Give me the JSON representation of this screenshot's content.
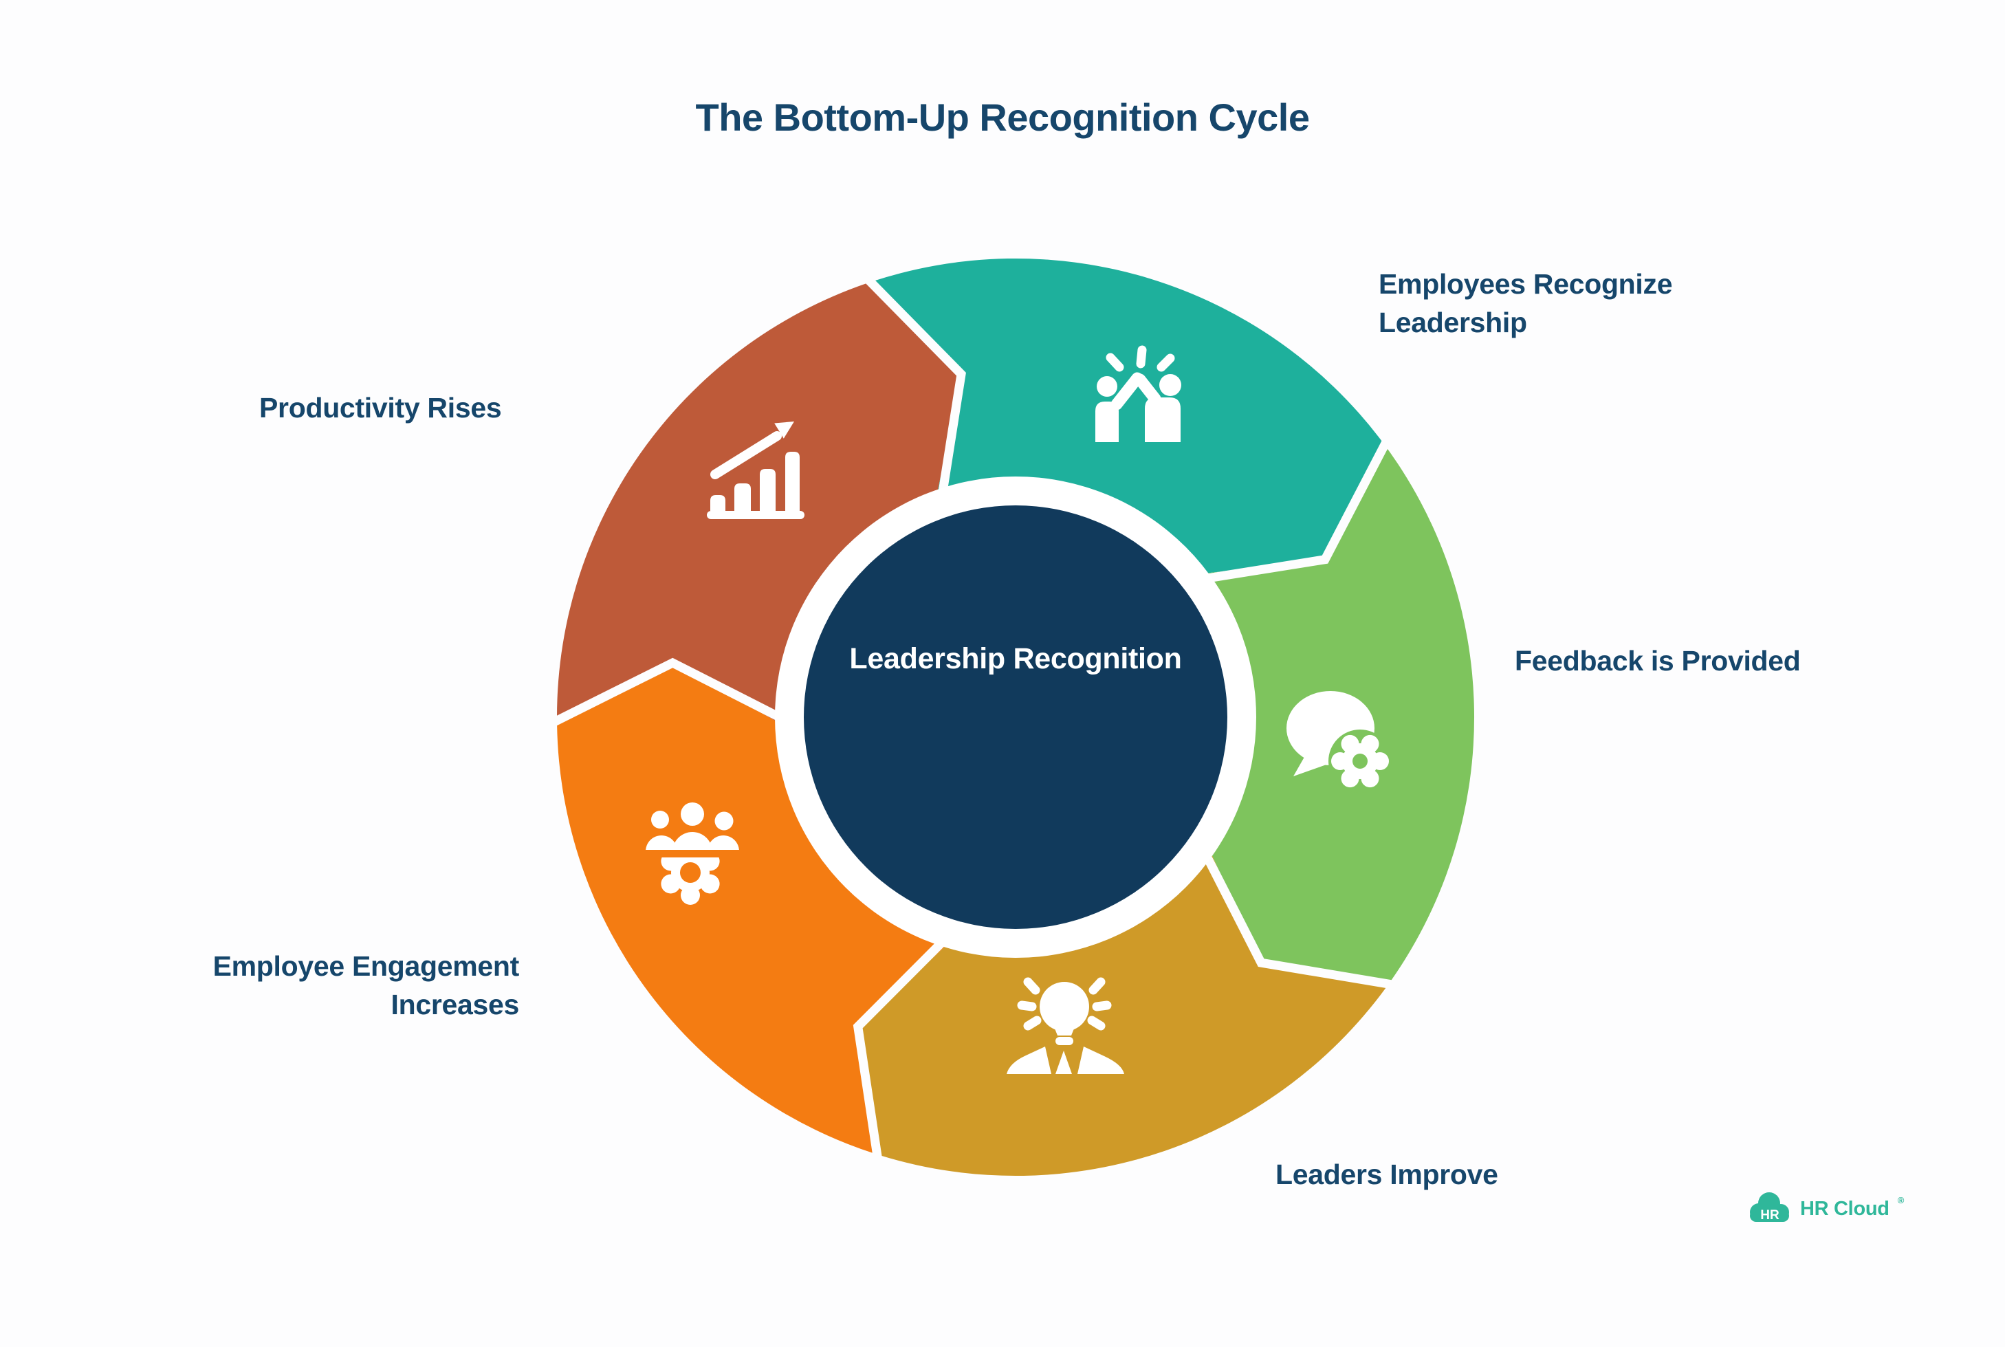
{
  "title": "The Bottom-Up Recognition Cycle",
  "center": {
    "label": "Leadership Recognition",
    "bg": "#113A5C",
    "text_color": "#FFFFFF"
  },
  "colors": {
    "label_text": "#16466B",
    "background": "#FDFDFE",
    "gap_white": "#FFFFFF",
    "brand_teal": "#2FB79A"
  },
  "segments": [
    {
      "id": "employees-recognize-leadership",
      "label": "Employees Recognize\nLeadership",
      "color": "#1EB09C",
      "icon": "high-five-icon",
      "position": "top"
    },
    {
      "id": "feedback-is-provided",
      "label": "Feedback is Provided",
      "color": "#7EC45D",
      "icon": "feedback-chat-gear-icon",
      "position": "right"
    },
    {
      "id": "leaders-improve",
      "label": "Leaders Improve",
      "color": "#CF9A28",
      "icon": "idea-person-icon",
      "position": "bottom"
    },
    {
      "id": "employee-engagement-increases",
      "label": "Employee Engagement\nIncreases",
      "color": "#F47C12",
      "icon": "team-gear-icon",
      "position": "bottom-left"
    },
    {
      "id": "productivity-rises",
      "label": "Productivity Rises",
      "color": "#BE5A39",
      "icon": "growth-chart-icon",
      "position": "top-left"
    }
  ],
  "logo": {
    "badge": "HR",
    "name": "HR Cloud",
    "registered": "®"
  }
}
